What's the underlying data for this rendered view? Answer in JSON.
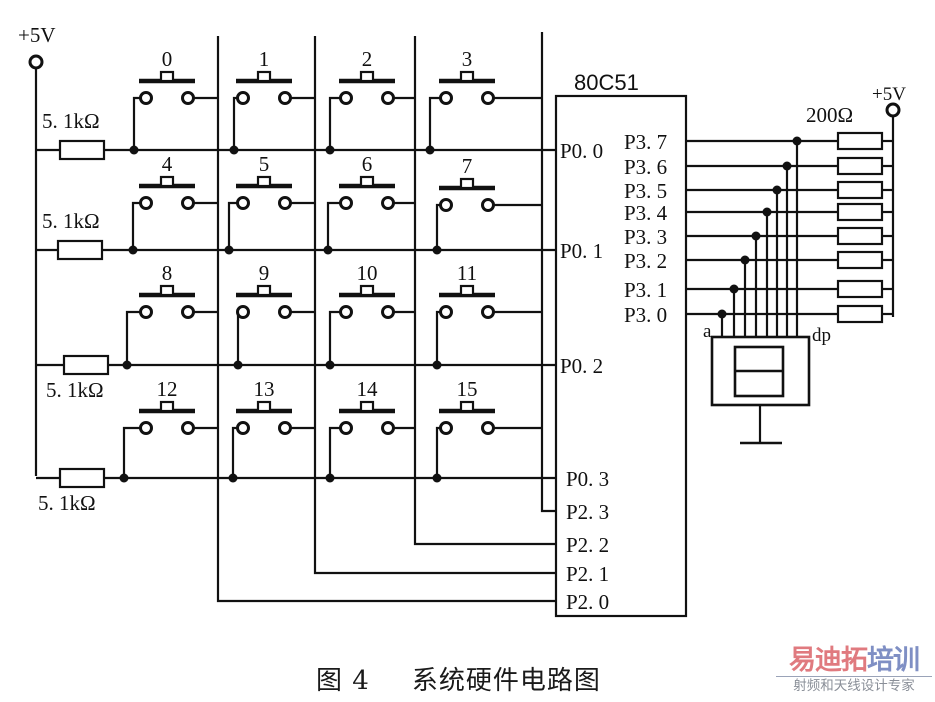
{
  "figure": {
    "caption_number": "图 4",
    "caption_title": "系统硬件电路图"
  },
  "power": {
    "supply_label": "+5V",
    "led_supply_label": "+5V"
  },
  "keypad": {
    "pullup_resistor_label": "5. 1kΩ",
    "keys": [
      "0",
      "1",
      "2",
      "3",
      "4",
      "5",
      "6",
      "7",
      "8",
      "9",
      "10",
      "11",
      "12",
      "13",
      "14",
      "15"
    ],
    "rows": 4,
    "cols": 4
  },
  "mcu": {
    "name": "80C51",
    "row_pins": [
      "P0. 0",
      "P0. 1",
      "P0. 2",
      "P0. 3"
    ],
    "col_pins": [
      "P2. 3",
      "P2. 2",
      "P2. 1",
      "P2. 0"
    ],
    "segment_pins": [
      "P3. 7",
      "P3. 6",
      "P3. 5",
      "P3. 4",
      "P3. 3",
      "P3. 2",
      "P3. 1",
      "P3. 0"
    ]
  },
  "display": {
    "series_resistor_label": "200Ω",
    "first_segment_label": "a",
    "last_segment_label": "dp"
  },
  "watermark": {
    "title_a": "易迪拓",
    "title_b": "培训",
    "subtitle": "射频和天线设计专家",
    "color_a": "#e07a7f",
    "color_b": "#7f8fc4",
    "color_sub": "#8a8f98"
  }
}
